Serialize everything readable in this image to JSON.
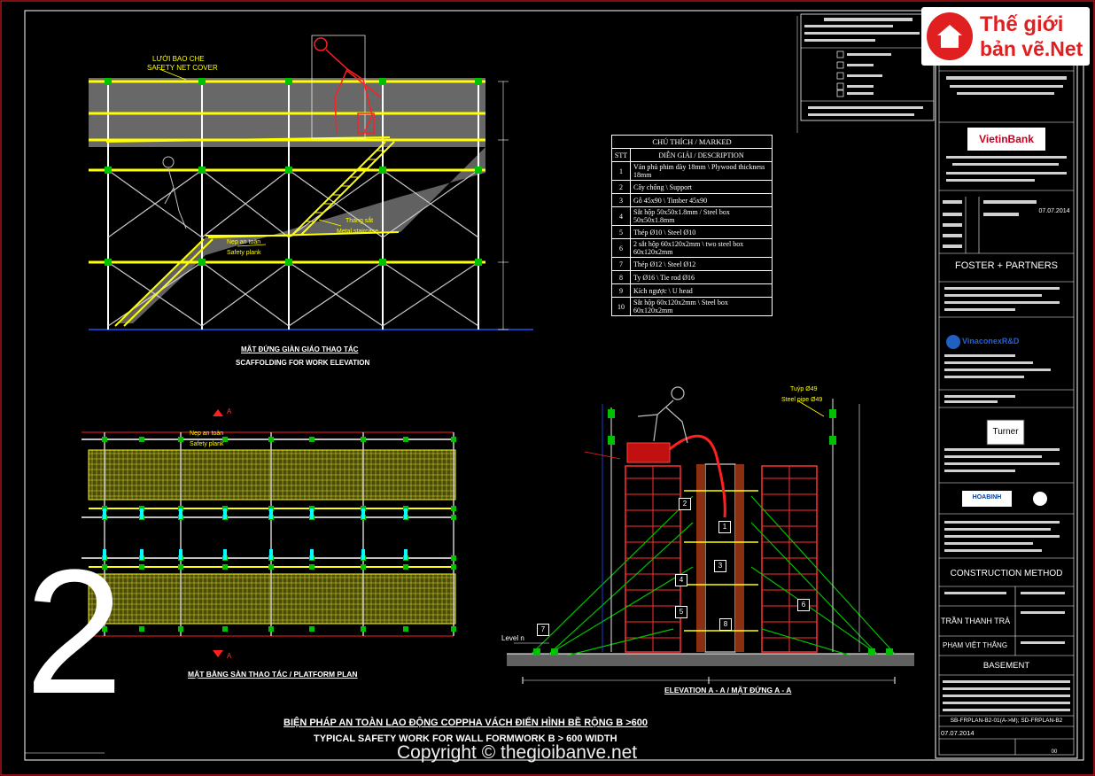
{
  "logo": {
    "line1": "Thế giới",
    "line2": "bản vẽ.Net"
  },
  "labels": {
    "safety_net_vi": "LƯỚI BAO CHE",
    "safety_net_en": "SAFETY NET COVER",
    "stair_vi": "Thang sắt",
    "stair_en": "Metal staircase",
    "plank_vi": "Nẹp an toàn",
    "plank_en": "Safety plank",
    "elev_title_vi": "MẶT ĐỨNG GIÀN GIÁO THAO TÁC",
    "elev_title_en": "SCAFFOLDING FOR WORK ELEVATION",
    "plan_plank_vi": "Nẹp an toàn",
    "plan_plank_en": "Safety plank",
    "plan_title": "MẶT BẰNG SÀN THAO TÁC / PLATFORM PLAN",
    "section_a": "A",
    "pipe_vi": "Tuýp Ø49",
    "pipe_en": "Steel pipe Ø49",
    "level": "Level n",
    "section_title": "ELEVATION A - A / MẶT ĐỨNG  A - A",
    "main_title_vi": "BIỆN PHÁP AN TOÀN LAO ĐỘNG COPPHA  VÁCH ĐIỂN HÌNH BỀ RỘNG B  >600",
    "main_title_en": "TYPICAL SAFETY WORK FOR WALL FORMWORK  B  >  600 WIDTH",
    "copyright": "Copyright © thegioibanve.net",
    "big_number": "2"
  },
  "legend": {
    "title": "CHÚ THÍCH / MARKED",
    "col_stt": "STT",
    "col_desc": "DIỄN GIẢI / DESCRIPTION",
    "rows": [
      {
        "n": "1",
        "d": "Ván phủ phim dày 18mm \\ Plywood thickness 18mm"
      },
      {
        "n": "2",
        "d": "Cây chống \\ Support"
      },
      {
        "n": "3",
        "d": "Gỗ 45x90 \\ Timber 45x90"
      },
      {
        "n": "4",
        "d": "Sắt hộp 50x50x1.8mm / Steel box 50x50x1.8mm"
      },
      {
        "n": "5",
        "d": "Thép Ø10 \\ Steel Ø10"
      },
      {
        "n": "6",
        "d": "2 sắt hộp 60x120x2mm \\ two steel box 60x120x2mm"
      },
      {
        "n": "7",
        "d": "Thép Ø12 \\ Steel Ø12"
      },
      {
        "n": "8",
        "d": "Ty Ø16 \\ Tie rod Ø16"
      },
      {
        "n": "9",
        "d": "Kích ngược \\ U head"
      },
      {
        "n": "10",
        "d": "Sắt hộp 60x120x2mm \\ Steel box 60x120x2mm"
      }
    ]
  },
  "title_block": {
    "date1": "07.07.2014",
    "architect": "FOSTER + PARTNERS",
    "bank": "VietinBank",
    "contractor": "Turner",
    "hoabinh": "HOABINH",
    "rd": "VinaconexR&D",
    "method": "CONSTRUCTION METHOD",
    "drawn": "TRẦN THANH TRÀ",
    "checked": "PHẠM VIỆT THẮNG",
    "basement": "BASEMENT",
    "dwg_no": "SB-FRPLAN-B2-01(A->M); SD-FRPLAN-B2",
    "date2": "07.07.2014",
    "rev": "00"
  },
  "markers": [
    "1",
    "2",
    "3",
    "4",
    "5",
    "6",
    "7",
    "8"
  ],
  "colors": {
    "yellow": "#ffff00",
    "red": "#ff2020",
    "green": "#00c000",
    "cyan": "#00ffff",
    "white": "#ffffff"
  }
}
